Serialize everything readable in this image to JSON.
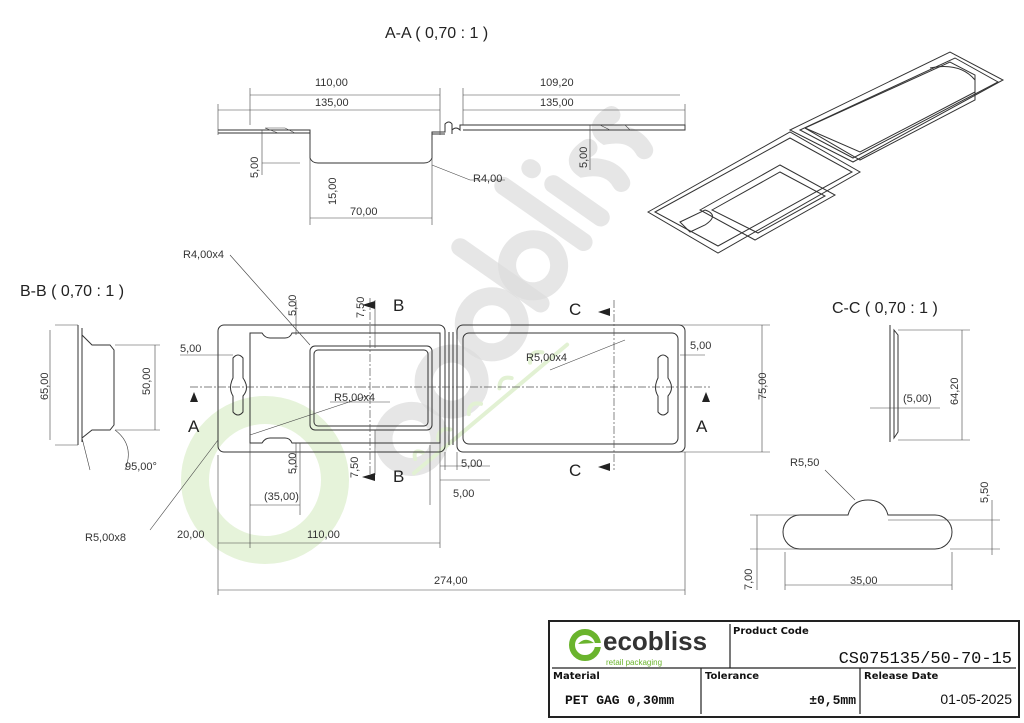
{
  "drawing": {
    "sections": {
      "aa": "A-A  ( 0,70 : 1 )",
      "bb": "B-B  ( 0,70 : 1 )",
      "cc": "C-C  ( 0,70 : 1 )"
    },
    "section_markers": {
      "a": "A",
      "b": "B",
      "c": "C"
    },
    "aa_dims": {
      "d110": "110,00",
      "d135l": "135,00",
      "d109": "109,20",
      "d135r": "135,00",
      "d5l": "5,00",
      "d15": "15,00",
      "d70": "70,00",
      "r4": "R4,00",
      "d5r": "5,00"
    },
    "bb_dims": {
      "d65": "65,00",
      "d50": "50,00",
      "angle": "95,00°"
    },
    "cc_dims": {
      "d64": "64,20",
      "d5": "(5,00)"
    },
    "plan_dims": {
      "r4x4": "R4,00x4",
      "r5x4a": "R5,00x4",
      "r5x4b": "R5,00x4",
      "r5x8": "R5,00x8",
      "d5top": "5,00",
      "d750top": "7,50",
      "d5left": "5,00",
      "d5right": "5,00",
      "d75": "75,00",
      "d5bot": "5,00",
      "d750bot": "7,50",
      "d5h1": "5,00",
      "d5h2": "5,00",
      "d35": "(35,00)",
      "d20": "20,00",
      "d110": "110,00",
      "d274": "274,00"
    },
    "hole_dims": {
      "r55": "R5,50",
      "d55": "5,50",
      "d7": "7,00",
      "d35": "35,00"
    }
  },
  "watermark": {
    "brand": "ecobliss",
    "tagline": "retail packaging"
  },
  "title_block": {
    "logo_brand": "ecobliss",
    "logo_tagline": "retail packaging",
    "product_code_label": "Product Code",
    "product_code": "CS075135/50-70-15",
    "material_label": "Material",
    "material": "PET GAG 0,30mm",
    "tolerance_label": "Tolerance",
    "tolerance": "±0,5mm",
    "release_label": "Release Date",
    "release_date": "01-05-2025"
  },
  "colors": {
    "brand_green": "#6ab42d",
    "watermark_gray": "#d9d9d9",
    "watermark_green": "#e4f2d6"
  }
}
